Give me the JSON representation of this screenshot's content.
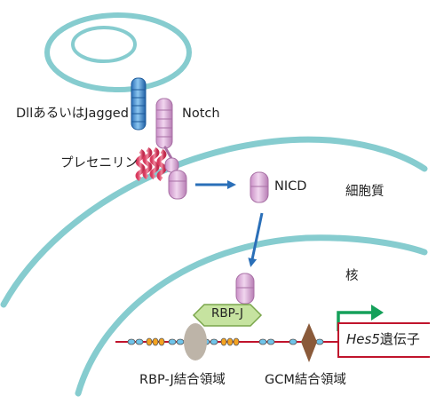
{
  "labels": {
    "ligand": "DllあるいはJagged",
    "notch": "Notch",
    "presenilin": "プレセニリン",
    "nicd": "NICD",
    "cytoplasm": "細胞質",
    "nucleus": "核",
    "rbpj": "RBP-J",
    "rbpj_site": "RBP-J結合領域",
    "gcm_site": "GCM結合領域",
    "gene_name": "Hes5",
    "gene_suffix": "遺伝子"
  },
  "colors": {
    "membrane": "#86cccf",
    "notch_protein": "#d9a9d6",
    "ligand_protein": "#3b8fcf",
    "presenilin": "#e0506e",
    "arrow": "#2a6fb8",
    "dna": "#c0142c",
    "rbpj_hexagon": "#c6e3a0",
    "rbpj_site_oval": "#bdb4a8",
    "gcm_diamond": "#8a5a3a",
    "transcription_arrow": "#15a05a"
  }
}
